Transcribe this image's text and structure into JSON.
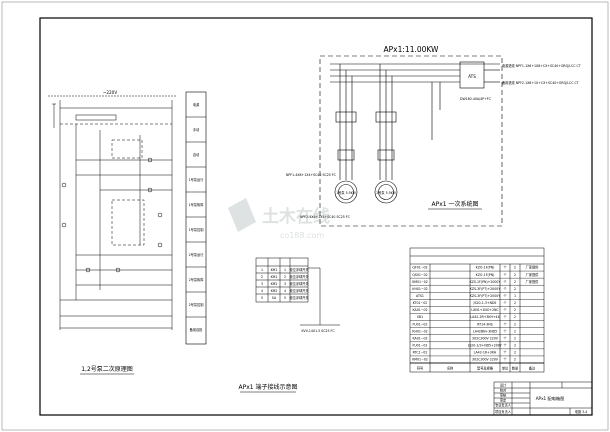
{
  "sheet": {
    "voltage_label": "~220V",
    "apx1_title": "APx1:11.00KW",
    "ats_label": "ATS",
    "supply_labels": [
      "电源进线 NPF1-1X6+1X8+CX+SC40+GRQ/LCC CT",
      "备用进线 NPF2-1X8+1X+CX+SC40+GRQ/LCC CT"
    ],
    "ats_model": "DW160-40A/4P+FC",
    "motor1_label": "1号泵 5.5KW",
    "motor2_label": "2号泵 5.5KW",
    "cable1_label": "NPF1-4X6+1X4+SC40 SC25 FC",
    "cable2_label": "NPF2-4X6+1X4+SC40 SC25 FC",
    "main_diagram_title": "APx1 一次系统图",
    "control_title": "1,2号泵二次原理图",
    "terminal_title": "APx1 端子接线示意图",
    "terminal_cable": "KVV-14X1.5 SC25 FC",
    "watermark_main": "土木在线",
    "watermark_sub": "co188.com"
  },
  "control_right_labels": [
    "电源",
    "手动",
    "自动",
    "1号泵运行",
    "1号泵故障",
    "1号泵控制",
    "2号泵运行",
    "2号泵故障",
    "2号泵控制",
    "备用自投"
  ],
  "terminal_table": [
    [
      "1",
      "KM1",
      "1",
      "液位浮球开关"
    ],
    [
      "2",
      "KM1",
      "2",
      "液位浮球开关"
    ],
    [
      "3",
      "KM2",
      "3",
      "液位浮球开关"
    ],
    [
      "4",
      "KM2",
      "4",
      "液位浮球开关"
    ],
    [
      "5",
      "SA",
      "5",
      "液位浮球开关"
    ]
  ],
  "equipment_table": {
    "rows": [
      [
        "QF01~02",
        "KZO-1F(PN)",
        "个",
        "2",
        "厂家提供"
      ],
      [
        "QS01~02",
        "KZO-1F(PN)",
        "个",
        "2",
        "厂家提供"
      ],
      [
        "KM01~02",
        "KZS-1F(PN)+2000Y",
        "个",
        "2",
        "厂家提供"
      ],
      [
        "KH01~02",
        "KZS-3F(PT)+2000Y",
        "个",
        "2",
        ""
      ],
      [
        "ATS1",
        "KZS-3F(PT)+2000Y",
        "个",
        "1",
        ""
      ],
      [
        "KT01~02",
        "JS20-1-3+ND5",
        "个",
        "2",
        ""
      ],
      [
        "KA01~02",
        "LXN1+1NO+2NC",
        "个",
        "2",
        ""
      ],
      [
        "SB1",
        "LA42-2R+3KH+4X",
        "个",
        "2",
        ""
      ],
      [
        "FU01~02",
        "RT14-3NS",
        "个",
        "2",
        ""
      ],
      [
        "KH01~02",
        "LA42BN+3ND5",
        "个",
        "2",
        ""
      ],
      [
        "KA01~02",
        "3X2C300V 220V",
        "个",
        "2",
        ""
      ],
      [
        "FU01~02",
        "JS20-1/3+ND5+200Y",
        "个",
        "2",
        ""
      ],
      [
        "RTC1~02",
        "LA42-1R+3KH",
        "个",
        "2",
        ""
      ],
      [
        "KM01~02",
        "3X2C300V 220V",
        "个",
        "2",
        ""
      ]
    ],
    "footer": [
      "符号",
      "名称",
      "型号及规格",
      "单位",
      "数量",
      "备注"
    ]
  },
  "title_block": {
    "project": "APx1 配电箱图",
    "sheet_no": "电施 3-4",
    "roles": [
      "设计",
      "校对",
      "审核",
      "审定",
      "专业负责人",
      "项目负责人"
    ]
  }
}
